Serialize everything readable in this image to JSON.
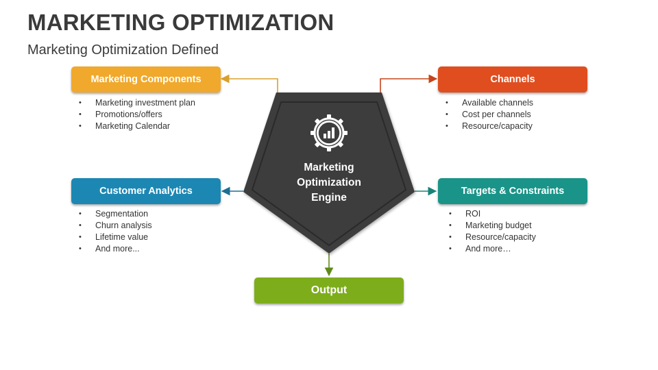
{
  "slide": {
    "title": "MARKETING OPTIMIZATION",
    "subtitle": "Marketing Optimization Defined"
  },
  "engine": {
    "line1": "Marketing",
    "line2": "Optimization",
    "line3": "Engine",
    "color": "#3d3d3d",
    "icon": "gear-analytics-icon"
  },
  "nodes": {
    "marketing_components": {
      "label": "Marketing Components",
      "color": "#f0a92c",
      "items": [
        "Marketing investment plan",
        "Promotions/offers",
        "Marketing Calendar"
      ]
    },
    "channels": {
      "label": "Channels",
      "color": "#e04e1f",
      "items": [
        "Available channels",
        "Cost per channels",
        "Resource/capacity"
      ]
    },
    "customer_analytics": {
      "label": "Customer Analytics",
      "color": "#1d87b3",
      "items": [
        "Segmentation",
        "Churn analysis",
        "Lifetime value",
        "And more..."
      ]
    },
    "targets_constraints": {
      "label": "Targets & Constraints",
      "color": "#1a9488",
      "items": [
        "ROI",
        "Marketing budget",
        "Resource/capacity",
        "And more…"
      ]
    },
    "output": {
      "label": "Output",
      "color": "#7ead1c"
    }
  }
}
